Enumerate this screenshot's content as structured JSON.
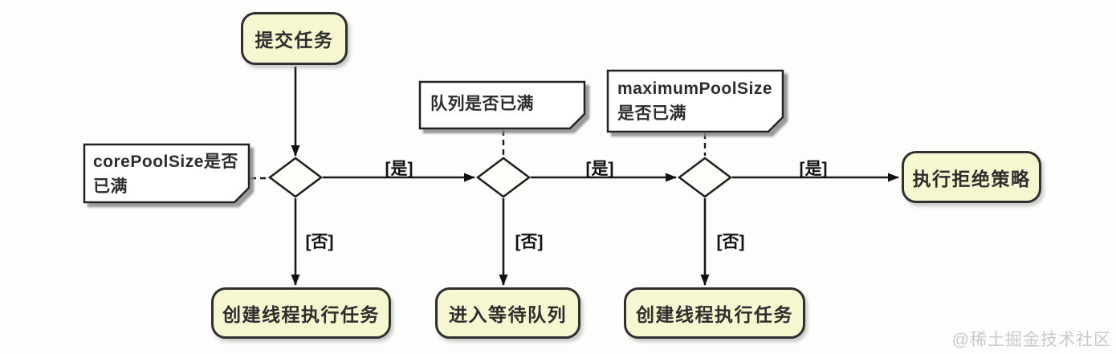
{
  "diagram": {
    "title_semantic": "thread-pool-task-submission-flowchart",
    "start_node": {
      "label": "提交任务"
    },
    "notes": [
      {
        "id": "core-pool-size-note",
        "text": "corePoolSize是否已满"
      },
      {
        "id": "queue-note",
        "text": "队列是否已满"
      },
      {
        "id": "maximum-pool-size-note",
        "text": "maximumPoolSize是否已满"
      }
    ],
    "edges": {
      "yes_labels": [
        "[是]",
        "[是]",
        "[是]"
      ],
      "no_labels": [
        "[否]",
        "[否]",
        "[否]"
      ]
    },
    "end_nodes": [
      {
        "label": "创建线程执行任务"
      },
      {
        "label": "进入等待队列"
      },
      {
        "label": "创建线程执行任务"
      },
      {
        "label": "执行拒绝策略"
      }
    ],
    "colors": {
      "node_fill": "#f6f6d0",
      "node_border": "#2f2f2f",
      "note_fill": "#ffffff",
      "line": "#1a1a1a",
      "watermark": "#c9c9c9"
    }
  },
  "watermark": "@稀土掘金技术社区"
}
